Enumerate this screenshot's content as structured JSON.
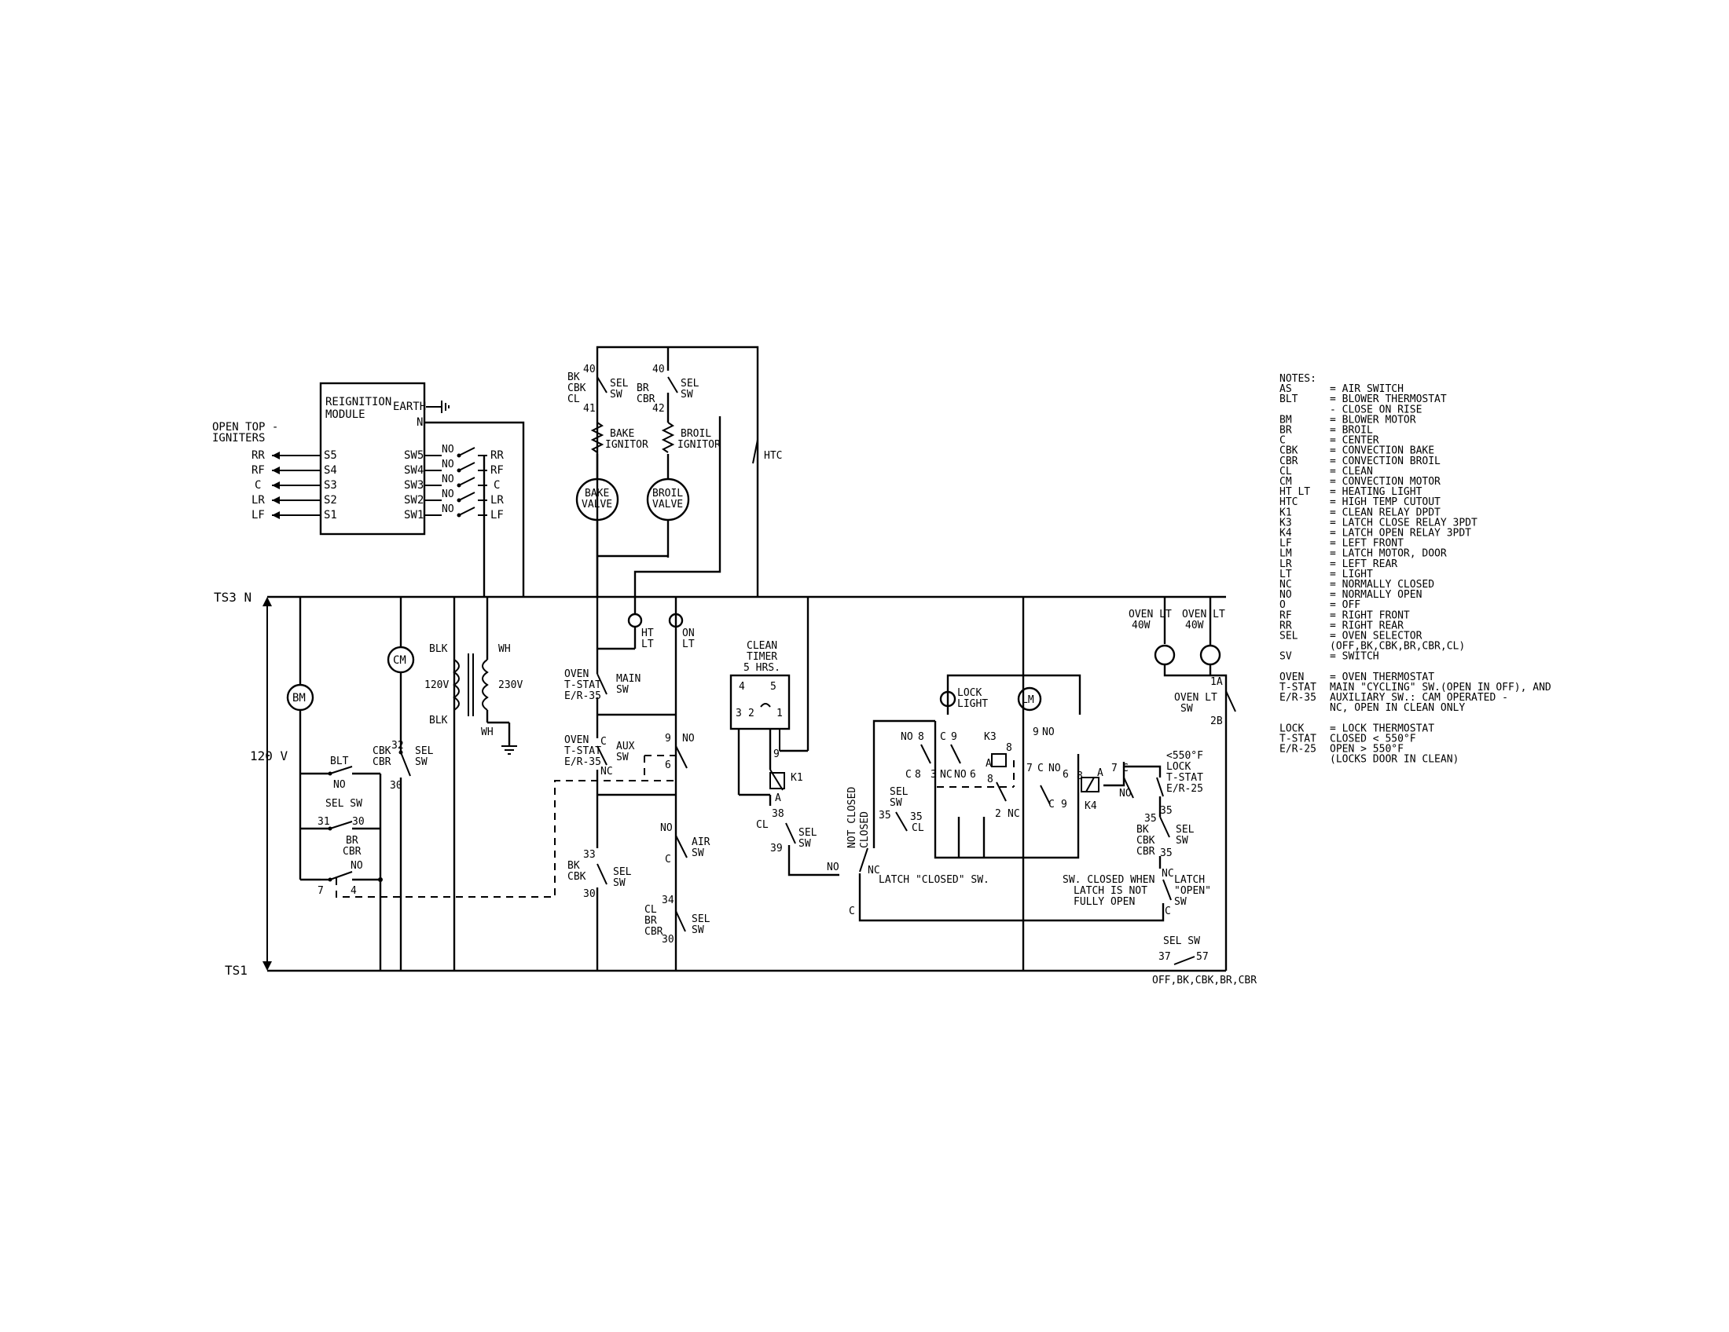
{
  "module": {
    "title_line1": "REIGNITION",
    "title_line2": "MODULE",
    "earth": "EARTH",
    "neutral": "N",
    "s_terms": [
      "S5",
      "S4",
      "S3",
      "S2",
      "S1"
    ],
    "sw_terms": [
      "SW5",
      "SW4",
      "SW3",
      "SW2",
      "SW1"
    ],
    "no": "NO",
    "burners": [
      "RR",
      "RF",
      "C",
      "LR",
      "LF"
    ]
  },
  "igniters_label_line1": "OPEN TOP -",
  "igniters_label_line2": "IGNITERS",
  "ts3": "TS3 N",
  "ts1": "TS1",
  "v120": "120 V",
  "bm": "BM",
  "cm": "CM",
  "blk_top": "BLK",
  "blk_bot": "BLK",
  "wh_top": "WH",
  "wh_bot": "WH",
  "v120_xfmr": "120V",
  "v230": "230V",
  "blt": "BLT",
  "no": "NO",
  "nc": "NC",
  "c": "C",
  "sel_sw": "SEL SW",
  "sel": "SEL",
  "sw": "SW",
  "t31": "31",
  "t30": "30",
  "t7": "7",
  "t4": "4",
  "t32": "32",
  "br": "BR",
  "cbr": "CBR",
  "cbk": "CBK",
  "bk": "BK",
  "cl": "CL",
  "t40": "40",
  "t41": "41",
  "t42": "42",
  "bake_ign_1": "BAKE",
  "bake_ign_2": "IGNITOR",
  "broil_ign_1": "BROIL",
  "broil_ign_2": "IGNITOR",
  "bake_valve_1": "BAKE",
  "bake_valve_2": "VALVE",
  "broil_valve_1": "BROIL",
  "broil_valve_2": "VALVE",
  "htc": "HTC",
  "ht_lt_1": "HT",
  "ht_lt_2": "LT",
  "on_lt_1": "ON",
  "on_lt_2": "LT",
  "oven_tstat_1": "OVEN",
  "oven_tstat_2": "T-STAT",
  "oven_tstat_3": "E/R-35",
  "main_sw_1": "MAIN",
  "main_sw_2": "SW",
  "aux_sw_1": "AUX",
  "aux_sw_2": "SW",
  "air_sw_1": "AIR",
  "air_sw_2": "SW",
  "t9": "9",
  "t6": "6",
  "t33": "33",
  "t34": "34",
  "t38": "38",
  "t39": "39",
  "timer_1": "CLEAN",
  "timer_2": "TIMER",
  "timer_3": "5 HRS.",
  "timer_4": "4",
  "timer_5": "5",
  "timer_3t": "3",
  "timer_2t": "2",
  "timer_1t": "1",
  "k1": "K1",
  "a": "A",
  "latch_closed_sw": "LATCH \"CLOSED\" SW.",
  "not_closed": "NOT CLOSED",
  "closed": "CLOSED",
  "lock_light_1": "LOCK",
  "lock_light_2": "LIGHT",
  "lm": "LM",
  "k3": "K3",
  "k4": "K4",
  "t8": "8",
  "t35": "35",
  "t2": "2",
  "t3": "3",
  "oven_lt_label_1": "OVEN LT",
  "oven_lt_label_2": "40W",
  "oven_lt_sw_1": "OVEN LT",
  "oven_lt_sw_2": "SW",
  "t1a": "1A",
  "t2b": "2B",
  "lock_tstat_1": "<550°F",
  "lock_tstat_2": "LOCK",
  "lock_tstat_3": "T-STAT",
  "lock_tstat_4": "E/R-25",
  "latch_note_1": "SW. CLOSED WHEN",
  "latch_note_2": "LATCH IS NOT",
  "latch_note_3": "FULLY OPEN",
  "latch_open_1": "LATCH",
  "latch_open_2": "\"OPEN\"",
  "latch_open_3": "SW",
  "bottom_sel_sw": "SEL SW",
  "t37": "37",
  "t57": "57",
  "off_list": "OFF,BK,CBK,BR,CBR",
  "notes": [
    [
      "NOTES:",
      ""
    ],
    [
      "AS",
      "= AIR SWITCH"
    ],
    [
      "BLT",
      "= BLOWER THERMOSTAT"
    ],
    [
      "",
      "- CLOSE ON RISE"
    ],
    [
      "BM",
      "= BLOWER MOTOR"
    ],
    [
      "BR",
      "= BROIL"
    ],
    [
      "C",
      "= CENTER"
    ],
    [
      "CBK",
      "= CONVECTION BAKE"
    ],
    [
      "CBR",
      "= CONVECTION BROIL"
    ],
    [
      "CL",
      "= CLEAN"
    ],
    [
      "CM",
      "= CONVECTION MOTOR"
    ],
    [
      "HT LT",
      "= HEATING LIGHT"
    ],
    [
      "HTC",
      "= HIGH TEMP CUTOUT"
    ],
    [
      "K1",
      "= CLEAN RELAY DPDT"
    ],
    [
      "K3",
      "= LATCH CLOSE RELAY 3PDT"
    ],
    [
      "K4",
      "= LATCH OPEN RELAY 3PDT"
    ],
    [
      "LF",
      "= LEFT FRONT"
    ],
    [
      "LM",
      "= LATCH MOTOR, DOOR"
    ],
    [
      "LR",
      "= LEFT REAR"
    ],
    [
      "LT",
      "= LIGHT"
    ],
    [
      "NC",
      "= NORMALLY CLOSED"
    ],
    [
      "NO",
      "= NORMALLY OPEN"
    ],
    [
      "O",
      "= OFF"
    ],
    [
      "RF",
      "= RIGHT FRONT"
    ],
    [
      "RR",
      "= RIGHT REAR"
    ],
    [
      "SEL",
      "= OVEN SELECTOR"
    ],
    [
      "",
      "(OFF,BK,CBK,BR,CBR,CL)"
    ],
    [
      "SV",
      "= SWITCH"
    ],
    [
      "",
      ""
    ],
    [
      "OVEN",
      "= OVEN THERMOSTAT"
    ],
    [
      "T-STAT",
      "MAIN \"CYCLING\" SW.(OPEN IN OFF), AND"
    ],
    [
      "E/R-35",
      "AUXILIARY SW.: CAM OPERATED -"
    ],
    [
      "",
      "NC, OPEN IN CLEAN ONLY"
    ],
    [
      "",
      ""
    ],
    [
      "LOCK",
      "= LOCK THERMOSTAT"
    ],
    [
      "T-STAT",
      "CLOSED < 550°F"
    ],
    [
      "E/R-25",
      "OPEN > 550°F"
    ],
    [
      "",
      "(LOCKS DOOR IN CLEAN)"
    ]
  ]
}
